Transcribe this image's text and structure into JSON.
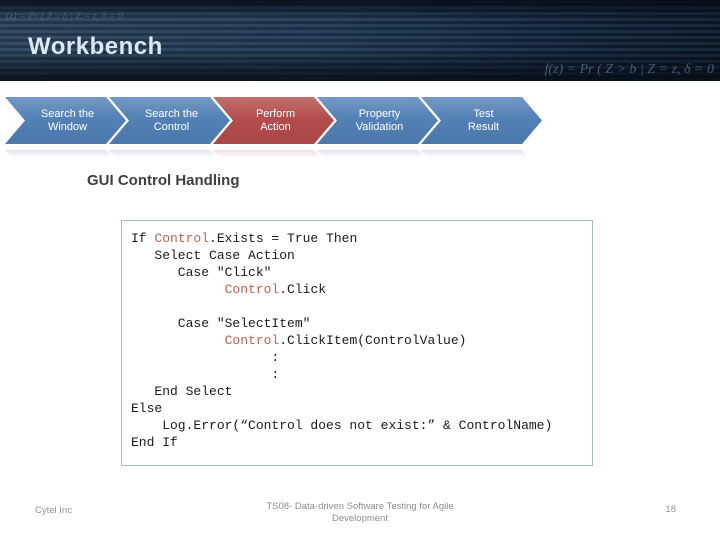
{
  "slide": {
    "title": "Workbench",
    "heading": "GUI Control Handling",
    "watermark_top": "(z) = Pr ( Z ≥ b | Z = z, δ = 0",
    "watermark_bottom": "f(z) = Pr ( Z > b | Z = z, δ = 0"
  },
  "process": {
    "steps": [
      {
        "line1": "Search the",
        "line2": "Window",
        "color": "#5180b5"
      },
      {
        "line1": "Search the",
        "line2": "Control",
        "color": "#5180b5"
      },
      {
        "line1": "Perform",
        "line2": "Action",
        "color": "#b34c4b"
      },
      {
        "line1": "Property",
        "line2": "Validation",
        "color": "#5180b5"
      },
      {
        "line1": "Test",
        "line2": "Result",
        "color": "#5180b5"
      }
    ]
  },
  "code": {
    "highlight_color": "#c0624c",
    "lines": [
      [
        {
          "t": "If ",
          "h": false
        },
        {
          "t": "Control",
          "h": true
        },
        {
          "t": ".Exists = True Then",
          "h": false
        }
      ],
      [
        {
          "t": "   Select Case Action",
          "h": false
        }
      ],
      [
        {
          "t": "      Case \"Click\"",
          "h": false
        }
      ],
      [
        {
          "t": "            ",
          "h": false
        },
        {
          "t": "Control",
          "h": true
        },
        {
          "t": ".Click",
          "h": false
        }
      ],
      [
        {
          "t": "",
          "h": false
        }
      ],
      [
        {
          "t": "      Case \"SelectItem\"",
          "h": false
        }
      ],
      [
        {
          "t": "            ",
          "h": false
        },
        {
          "t": "Control",
          "h": true
        },
        {
          "t": ".ClickItem(ControlValue)",
          "h": false
        }
      ],
      [
        {
          "t": "                  :",
          "h": false
        }
      ],
      [
        {
          "t": "                  :",
          "h": false
        }
      ],
      [
        {
          "t": "   End Select",
          "h": false
        }
      ],
      [
        {
          "t": "Else",
          "h": false
        }
      ],
      [
        {
          "t": "    Log.Error(“Control does not exist:” & ControlName)",
          "h": false
        }
      ],
      [
        {
          "t": "End If",
          "h": false
        }
      ]
    ]
  },
  "footer": {
    "left": "Cytel Inc",
    "center_line1": "TS08- Data-driven Software Testing for Agile",
    "center_line2": "Development",
    "page": "18"
  }
}
